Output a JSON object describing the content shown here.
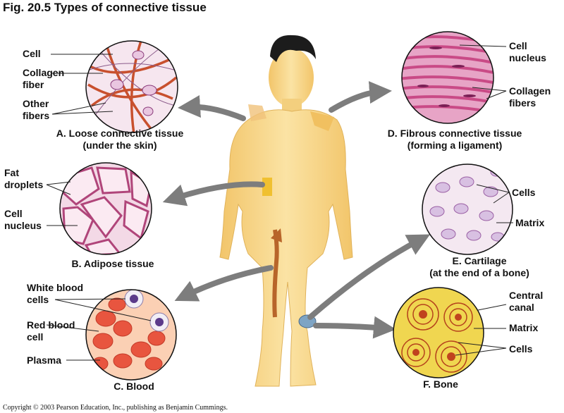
{
  "title": "Fig. 20.5 Types of connective tissue",
  "copyright": "Copyright © 2003 Pearson Education, Inc., publishing as Benjamin Cummings.",
  "panels": {
    "loose": {
      "caption": "A. Loose connective tissue",
      "subcaption": "(under the skin)",
      "labels": {
        "cell": "Cell",
        "collagen_1": "Collagen",
        "collagen_2": "fiber",
        "other_1": "Other",
        "other_2": "fibers"
      }
    },
    "adipose": {
      "caption": "B. Adipose tissue",
      "labels": {
        "fat_1": "Fat",
        "fat_2": "droplets",
        "nucleus_1": "Cell",
        "nucleus_2": "nucleus"
      }
    },
    "blood": {
      "caption": "C. Blood",
      "labels": {
        "wbc_1": "White blood",
        "wbc_2": "cells",
        "rbc_1": "Red blood",
        "rbc_2": "cell",
        "plasma": "Plasma"
      }
    },
    "fibrous": {
      "caption": "D. Fibrous connective tissue",
      "subcaption": "(forming a ligament)",
      "labels": {
        "nucleus_1": "Cell",
        "nucleus_2": "nucleus",
        "collagen_1": "Collagen",
        "collagen_2": "fibers"
      }
    },
    "cartilage": {
      "caption": "E. Cartilage",
      "subcaption": "(at the end of a bone)",
      "labels": {
        "cells": "Cells",
        "matrix": "Matrix"
      }
    },
    "bone": {
      "caption": "F. Bone",
      "labels": {
        "canal_1": "Central",
        "canal_2": "canal",
        "matrix": "Matrix",
        "cells": "Cells"
      }
    }
  },
  "colors": {
    "loose_bg": "#f6e6ef",
    "loose_fiber": "#c8502e",
    "adipose_bg": "#f3d9e6",
    "adipose_wall": "#b0457a",
    "blood_bg": "#fbd0b4",
    "rbc": "#e8553f",
    "fibrous": "#c94a86",
    "cartilage_bg": "#f4e8f1",
    "cartilage_cell": "#9a5fa4",
    "bone_bg": "#f0d650",
    "bone_ring": "#b5421c",
    "body": "#f9d98c",
    "arrow": "#7d7d7d"
  }
}
